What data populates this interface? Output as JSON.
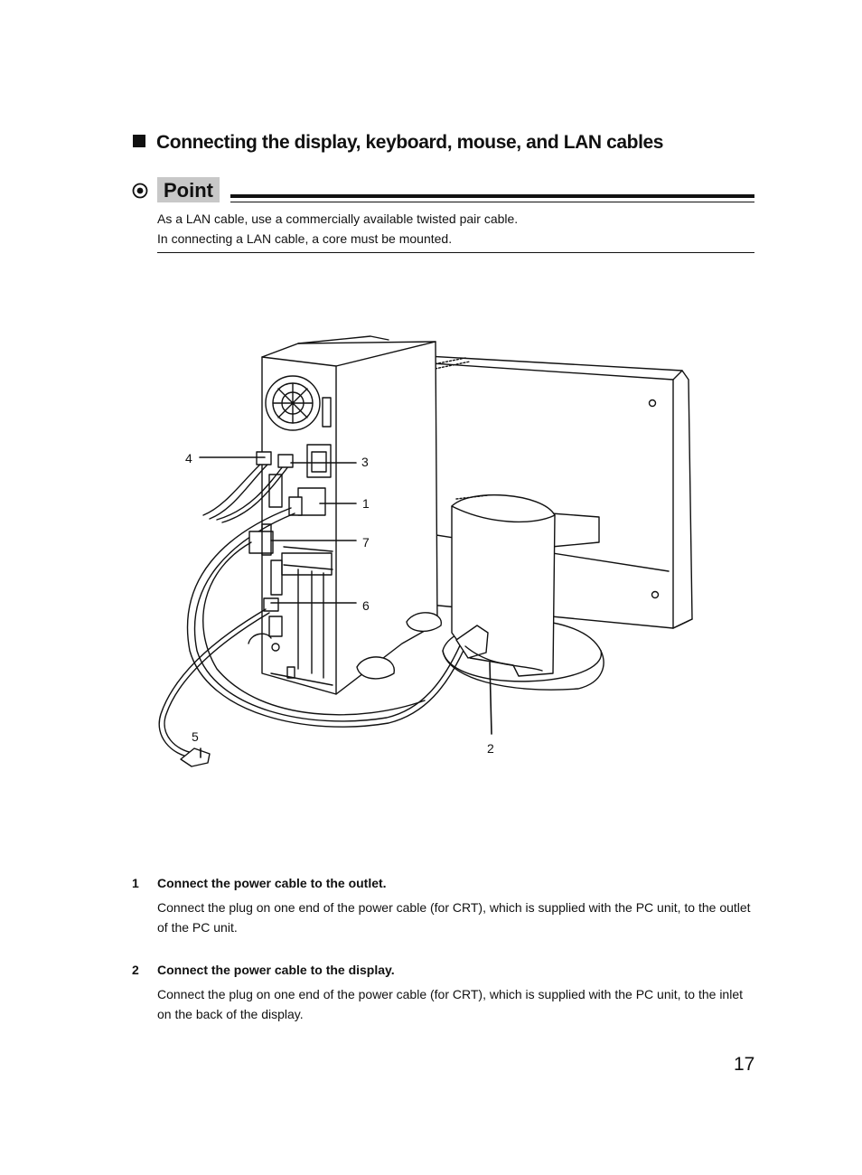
{
  "section": {
    "title": "Connecting the display, keyboard, mouse, and LAN cables"
  },
  "point": {
    "label": "Point",
    "lines": [
      "As a LAN cable, use a commercially available twisted pair cable.",
      "In connecting a LAN cable, a core must be mounted."
    ]
  },
  "figure": {
    "callouts": [
      "4",
      "3",
      "1",
      "7",
      "6",
      "5",
      "2"
    ]
  },
  "steps": [
    {
      "number": "1",
      "title": "Connect the power cable to the outlet.",
      "body": "Connect the plug on one end of the power cable (for CRT), which is supplied with the PC unit, to the outlet of the PC unit."
    },
    {
      "number": "2",
      "title": "Connect the power cable to the display.",
      "body": "Connect the plug on one end of the power cable (for CRT), which is supplied with the PC unit, to the inlet on the back of the display."
    }
  ],
  "page_number": "17"
}
